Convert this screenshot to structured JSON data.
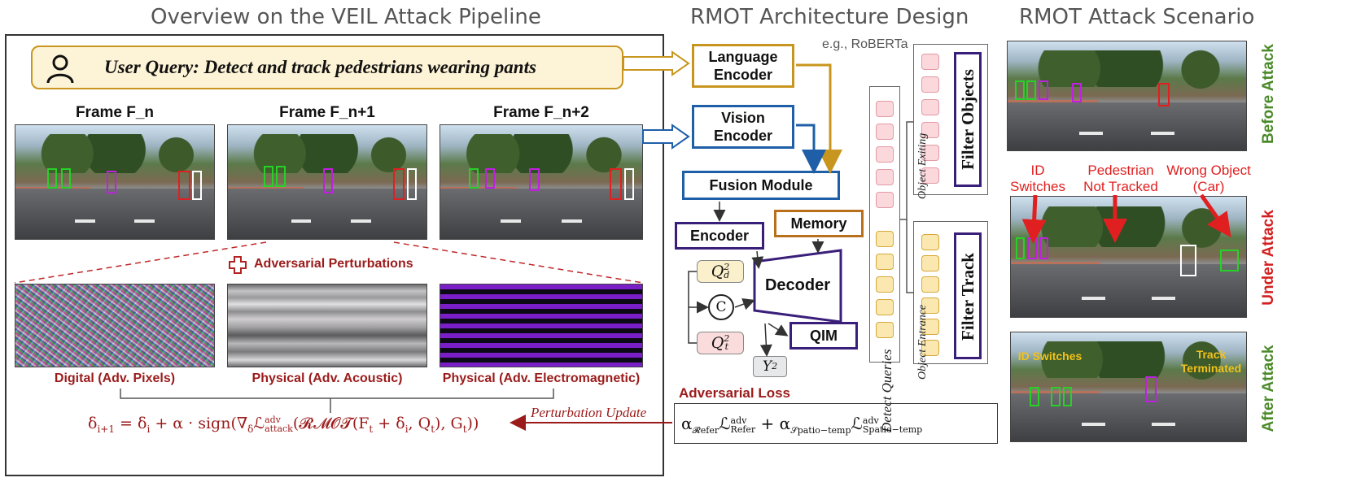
{
  "titles": {
    "overview": "Overview on the VEIL Attack Pipeline",
    "architecture": "RMOT Architecture Design",
    "scenario": "RMOT Attack Scenario"
  },
  "query": {
    "text": "User Query: Detect and track pedestrians wearing pants",
    "icon": "user-icon"
  },
  "frames": [
    "Frame F_n",
    "Frame F_n+1",
    "Frame F_n+2"
  ],
  "perturbation_header": "Adversarial Perturbations",
  "perturbations": [
    {
      "label": "Digital (Adv. Pixels)"
    },
    {
      "label": "Physical (Adv. Acoustic)"
    },
    {
      "label": "Physical (Adv. Electromagnetic)"
    }
  ],
  "update_formula": {
    "lhs": "δ",
    "lhs_sub": "i+1",
    "eq": " = ",
    "d": "δ",
    "d_sub": "i",
    "plus_alpha": " + α · sign(∇",
    "grad_sub": "δ",
    "loss": "ℒ",
    "loss_sup": "adv",
    "loss_sub": "attack",
    "rmot": "(𝓡𝓜𝓞𝓣(F",
    "ft_sub": "t",
    "plus_d": " + δ",
    "di_sub": "i",
    "q": ", Q",
    "q_sub": "t",
    "g": "), G",
    "g_sub": "t",
    "close": "))"
  },
  "perturbation_update_label": "Perturbation Update",
  "architecture": {
    "roberta_note": "e.g., RoBERTa",
    "language_encoder": "Language Encoder",
    "vision_encoder": "Vision Encoder",
    "fusion_module": "Fusion Module",
    "encoder": "Encoder",
    "memory": "Memory",
    "decoder": "Decoder",
    "qim": "QIM",
    "concat": "C",
    "q_d": "Q",
    "q_d_sub": "d",
    "q_d_sup": "2",
    "q_t": "Q",
    "q_t_sub": "t",
    "q_t_sup": "2",
    "y": "Y",
    "y_sub": "2",
    "detect_queries": "Detect Queries",
    "object_exiting": "Object Exiting",
    "filter_objects": "Filter Objects",
    "object_entrance": "Object Entrance",
    "filter_track": "Filter Track"
  },
  "adversarial_loss": {
    "title": "Adversarial Loss",
    "a1": "α",
    "a1_sub": "𝓡efer",
    "l1": "ℒ",
    "l1_sup": "adv",
    "l1_sub": "Refer",
    "plus": " + ",
    "a2": "α",
    "a2_sub": "𝒮patio−temp",
    "l2": "ℒ",
    "l2_sup": "adv",
    "l2_sub": "Spatio−temp"
  },
  "scenario": {
    "stages": [
      {
        "label": "Before Attack",
        "color": "#4a8a2a"
      },
      {
        "label": "Under Attack",
        "color": "#d42020"
      },
      {
        "label": "After Attack",
        "color": "#4a8a2a"
      }
    ],
    "under_attack_annotations": [
      {
        "line1": "ID",
        "line2": "Switches"
      },
      {
        "line1": "Pedestrian",
        "line2": "Not Tracked"
      },
      {
        "line1": "Wrong Object",
        "line2": "(Car)"
      }
    ],
    "after_attack_annotations": [
      {
        "line1": "ID Switches",
        "line2": ""
      },
      {
        "line1": "Track",
        "line2": "Terminated"
      }
    ]
  },
  "colors": {
    "query_border": "#c8961e",
    "query_fill": "#fdf3d6",
    "vision_blue": "#1f5fa8",
    "encoder_purple": "#3a1f7a",
    "memory_orange": "#b8701c",
    "formula_red": "#9b1b1b",
    "annotation_red": "#e02020"
  }
}
